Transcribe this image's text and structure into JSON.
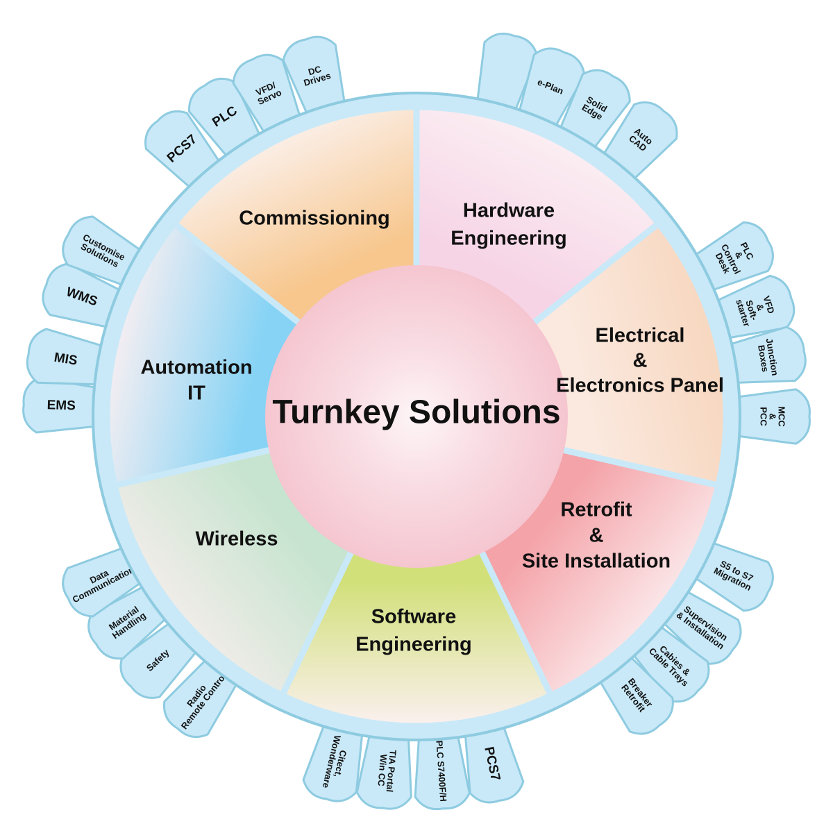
{
  "title": "Turnkey Solutions",
  "colors": {
    "ring": "#c9e9f8",
    "ring_border": "#8ecbe0",
    "tab_fill": "#c9e9f8",
    "tab_stroke": "#8ecbe0",
    "center_inner": "#fdf3f5",
    "center_outer": "#f5c6d0"
  },
  "sectors": [
    {
      "name": "hardware",
      "lines": [
        "Hardware",
        "Engineering"
      ],
      "color_in": "#f6d4e6",
      "color_out": "#fbeef2",
      "tabs": [
        {
          "lines": []
        },
        {
          "lines": [
            "e-Plan"
          ]
        },
        {
          "lines": [
            "Solid",
            "Edge"
          ]
        },
        {
          "lines": [
            "Auto",
            "CAD"
          ]
        }
      ]
    },
    {
      "name": "electrical",
      "lines": [
        "Electrical",
        "&",
        "Electronics Panel"
      ],
      "color_in": "#fbe9df",
      "color_out": "#f7d7bf",
      "tabs": [
        {
          "lines": [
            "PLC",
            "&",
            "Control",
            "Desk"
          ]
        },
        {
          "lines": [
            "VFD",
            "&",
            "Soft-",
            "starter"
          ]
        },
        {
          "lines": [
            "Junction",
            "Boxes"
          ]
        },
        {
          "lines": [
            "MCC",
            "&",
            "PCC"
          ]
        }
      ]
    },
    {
      "name": "retrofit",
      "lines": [
        "Retrofit",
        "&",
        "Site Installation"
      ],
      "color_in": "#f4a3a8",
      "color_out": "#fbe6e8",
      "tabs": [
        {
          "lines": [
            "S5 to S7",
            "Migration"
          ]
        },
        {
          "lines": [
            "Supervision",
            "& Installation"
          ]
        },
        {
          "lines": [
            "Cabies &",
            "Cable Trays"
          ]
        },
        {
          "lines": [
            "Breaker",
            "Retrofit"
          ]
        }
      ]
    },
    {
      "name": "software",
      "lines": [
        "Software",
        "Engineering"
      ],
      "color_in": "#d2e07a",
      "color_out": "#fbf0f0",
      "tabs": [
        {
          "lines": [
            "PCS7"
          ]
        },
        {
          "lines": [
            "PLC S7400F/H"
          ]
        },
        {
          "lines": [
            "TIA Portal",
            "Win CC"
          ]
        },
        {
          "lines": [
            "Citect,",
            "Wonderware"
          ]
        }
      ]
    },
    {
      "name": "wireless",
      "lines": [
        "Wireless"
      ],
      "color_in": "#c6e4cf",
      "color_out": "#f0ece8",
      "tabs": [
        {
          "lines": [
            "Radio",
            "Remote Control"
          ]
        },
        {
          "lines": [
            "Safety"
          ]
        },
        {
          "lines": [
            "Material",
            "Handling"
          ]
        },
        {
          "lines": [
            "Data",
            "Communication"
          ]
        }
      ]
    },
    {
      "name": "automation",
      "lines": [
        "Automation",
        "IT"
      ],
      "color_in": "#86d3f5",
      "color_out": "#f4eef2",
      "tabs": [
        {
          "lines": [
            "EMS"
          ]
        },
        {
          "lines": [
            "MIS"
          ]
        },
        {
          "lines": [
            "WMS"
          ]
        },
        {
          "lines": [
            "Customise",
            "Solutions"
          ]
        }
      ]
    },
    {
      "name": "commissioning",
      "lines": [
        "Commissioning"
      ],
      "color_in": "#f7c78e",
      "color_out": "#fbeee6",
      "tabs": [
        {
          "lines": [
            "PCS7"
          ]
        },
        {
          "lines": [
            "PLC"
          ]
        },
        {
          "lines": [
            "VFD/",
            "Servo"
          ]
        },
        {
          "lines": [
            "DC",
            "Drives"
          ]
        }
      ]
    }
  ]
}
